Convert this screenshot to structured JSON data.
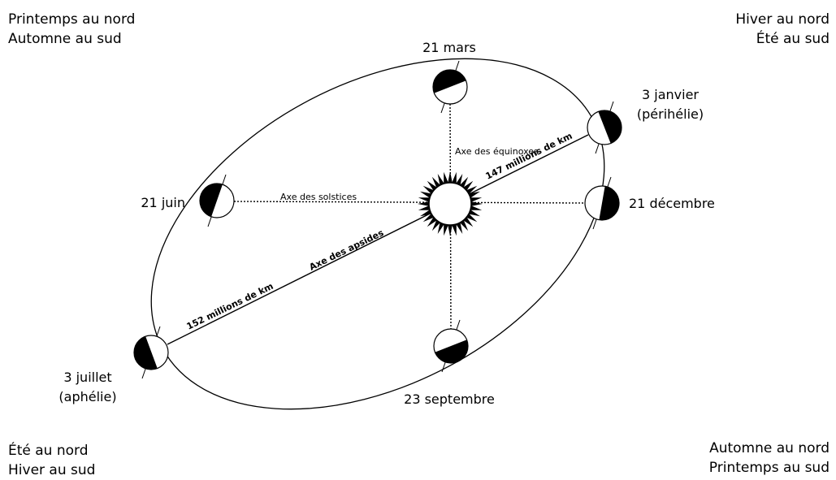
{
  "seasons": {
    "top_left": [
      "Printemps au nord",
      "Automne au sud"
    ],
    "top_right": [
      "Hiver au nord",
      "Été au sud"
    ],
    "bottom_left": [
      "Été au nord",
      "Hiver au sud"
    ],
    "bottom_right": [
      "Automne au nord",
      "Printemps au sud"
    ]
  },
  "positions": {
    "march": "21 mars",
    "january": [
      "3 janvier",
      "(périhélie)"
    ],
    "june": "21 juin",
    "december": "21 décembre",
    "july": [
      "3 juillet",
      "(aphélie)"
    ],
    "september": "23 septembre"
  },
  "axes": {
    "equinoxes": "Axe des équinoxes",
    "solstices": "Axe des solstices",
    "apsides": "Axe des apsides",
    "perihelion_distance": "147 millions de km",
    "aphelion_distance": "152 millions de km"
  }
}
